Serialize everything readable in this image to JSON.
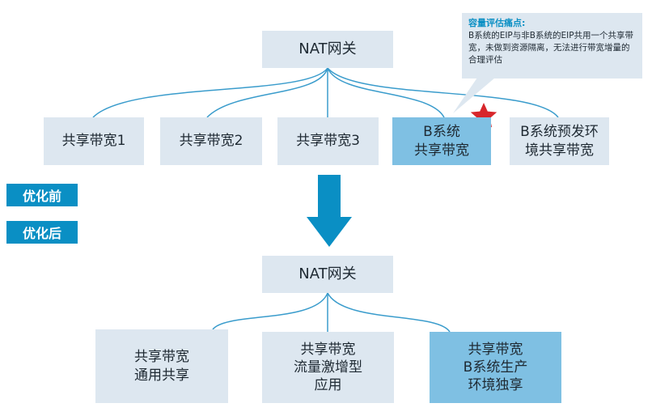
{
  "callout": {
    "title": "容量评估痛点:",
    "body": "B系统的EIP与非B系统的EIP共用一个共享带宽，未做到资源隔离，无法进行带宽增量的合理评估"
  },
  "before": {
    "root": "NAT网关",
    "children": [
      {
        "label": "共享带宽1",
        "highlight": false
      },
      {
        "label": "共享带宽2",
        "highlight": false
      },
      {
        "label": "共享带宽3",
        "highlight": false
      },
      {
        "label": "B系统\n共享带宽",
        "highlight": true
      },
      {
        "label": "B系统预发环\n境共享带宽",
        "highlight": false
      }
    ]
  },
  "tags": {
    "before": "优化前",
    "after": "优化后"
  },
  "after": {
    "root": "NAT网关",
    "children": [
      {
        "label": "共享带宽\n通用共享",
        "highlight": false
      },
      {
        "label": "共享带宽\n流量激增型\n应用",
        "highlight": false
      },
      {
        "label": "共享带宽\nB系统生产\n环境独享",
        "highlight": true
      }
    ]
  },
  "colors": {
    "box": "#dde7f0",
    "highlight_box": "#7fc0e3",
    "accent": "#0a8fc4",
    "star": "#d7262b",
    "line": "#3a9ccc"
  },
  "icons": {
    "marker": "star-icon",
    "transition": "down-arrow-icon"
  }
}
